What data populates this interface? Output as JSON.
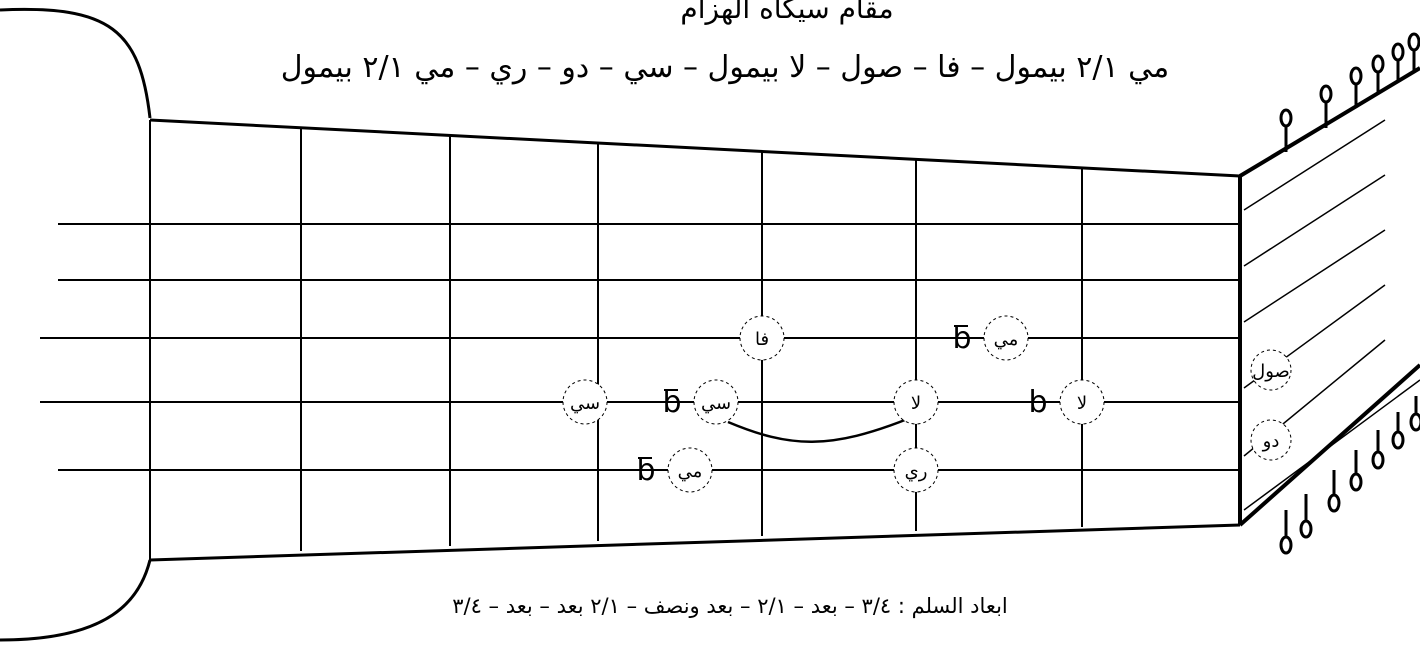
{
  "title": "مقام سيكاه الهزام",
  "scale_notes": "مي ٢/١ بيمول – فا – صول – لا بيمول – سي – دو – ري – مي ٢/١ بيمول",
  "intervals": "ابعاد السلم : ٣/٤ – بعد – ٢/١ – بعد ونصف – ٢/١ بعد – بعد – ٣/٤",
  "open_strings": {
    "string_4": "صول",
    "string_5": "دو"
  },
  "notes": [
    {
      "id": "fa",
      "label": "فا",
      "string": 3,
      "fret": 4,
      "accidental": ""
    },
    {
      "id": "mi-half-flat-high",
      "label": "مي",
      "string": 3,
      "fret": 6,
      "accidental": "half-flat"
    },
    {
      "id": "si-open-region",
      "label": "سي",
      "string": 4,
      "fret": 2,
      "accidental": ""
    },
    {
      "id": "si-half-flat",
      "label": "سي",
      "string": 4,
      "fret": 3,
      "accidental": "half-flat"
    },
    {
      "id": "la",
      "label": "لا",
      "string": 4,
      "fret": 5,
      "accidental": ""
    },
    {
      "id": "la-flat",
      "label": "لا",
      "string": 4,
      "fret": 6,
      "accidental": "flat"
    },
    {
      "id": "mi-half-flat-low",
      "label": "مي",
      "string": 5,
      "fret": 3,
      "accidental": "half-flat"
    },
    {
      "id": "re",
      "label": "ري",
      "string": 5,
      "fret": 5,
      "accidental": ""
    }
  ]
}
